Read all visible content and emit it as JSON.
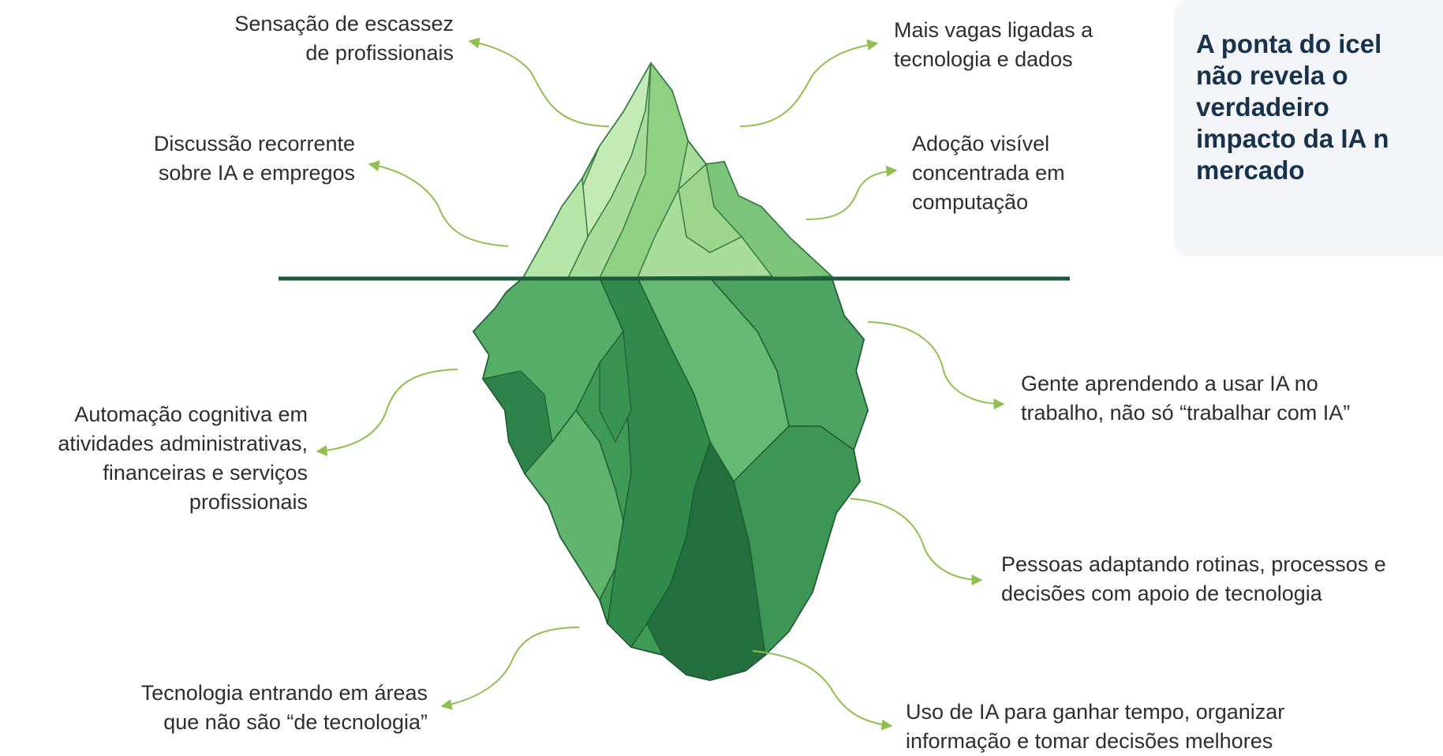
{
  "callout": {
    "lines": [
      "A ponta do icel",
      "não revela o",
      "verdadeiro",
      "impacto da IA n",
      "mercado"
    ]
  },
  "above": {
    "escassez": [
      "Sensação de escassez",
      "de profissionais"
    ],
    "vagas": [
      "Mais vagas ligadas a",
      "tecnologia e dados"
    ],
    "discussao": [
      "Discussão recorrente",
      "sobre IA e empregos"
    ],
    "adocao": [
      "Adoção visível",
      "concentrada em",
      "computação"
    ]
  },
  "below": {
    "automacao": [
      "Automação cognitiva em",
      "atividades administrativas,",
      "financeiras e serviços",
      "profissionais"
    ],
    "gente": [
      "Gente aprendendo a usar IA no",
      "trabalho, não só “trabalhar com IA”"
    ],
    "pessoas": [
      "Pessoas adaptando rotinas, processos e",
      "decisões com apoio de tecnologia"
    ],
    "tecnologia": [
      "Tecnologia entrando em áreas",
      "que não são “de tecnologia”"
    ],
    "uso": [
      "Uso de IA para ganhar tempo, organizar",
      "informação e tomar decisões melhores"
    ]
  },
  "colors": {
    "arrow": "#8fbf4f",
    "waterline": "#1e5b3a",
    "ice_light": "#a7dc9b",
    "ice_mid": "#7cc47a",
    "ice_dark": "#2f8a4b",
    "ice_deep": "#1f6a39"
  }
}
